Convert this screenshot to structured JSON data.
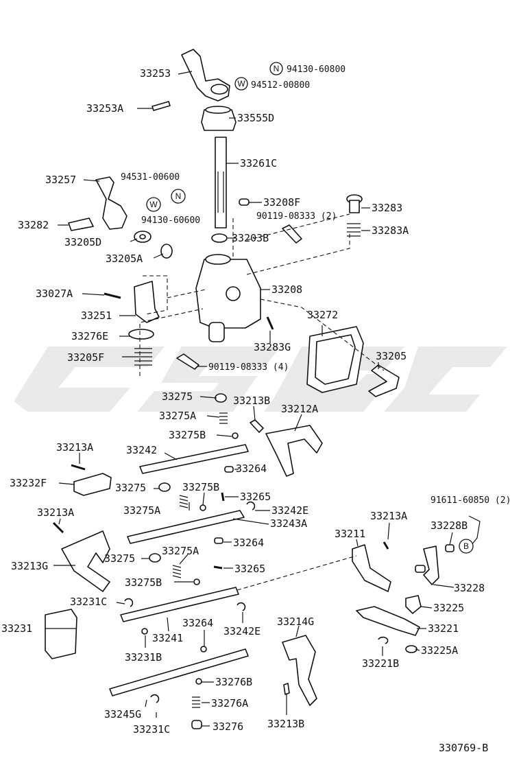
{
  "labels": {
    "l33253": "33253",
    "l33253A": "33253A",
    "l33555D": "33555D",
    "l33261C": "33261C",
    "l33257": "33257",
    "l94531": "94531-00600",
    "l94130b": "94130-60600",
    "l33282": "33282",
    "l33205D": "33205D",
    "l33205A": "33205A",
    "l33208F": "33208F",
    "l90119a": "90119-08333 (2)",
    "l33203B": "33203B",
    "l33283": "33283",
    "l33283A": "33283A",
    "l33027A": "33027A",
    "l33208": "33208",
    "l33251": "33251",
    "l33272": "33272",
    "l33276E": "33276E",
    "l33283G": "33283G",
    "l33205F": "33205F",
    "l90119b": "90119-08333 (4)",
    "l33205": "33205",
    "l33275a": "33275",
    "l33213B_a": "33213B",
    "l33275A_a": "33275A",
    "l33212A": "33212A",
    "l33275B_a": "33275B",
    "l33213A_a": "33213A",
    "l33242": "33242",
    "l33264_a": "33264",
    "l33232F": "33232F",
    "l33275b": "33275",
    "l33275B_b": "33275B",
    "l33265_a": "33265",
    "l33275A_b": "33275A",
    "l33242E_a": "33242E",
    "l91611": "91611-60850 (2)",
    "l33213A_b": "33213A",
    "l33243A": "33243A",
    "l33213A_c": "33213A",
    "l33228B": "33228B",
    "l33211": "33211",
    "l33264_b": "33264",
    "l33213G": "33213G",
    "l33275c": "33275",
    "l33275A_c": "33275A",
    "l33265_b": "33265",
    "l33228": "33228",
    "l33275B_c": "33275B",
    "l33225": "33225",
    "l33231C_a": "33231C",
    "l33231": "33231",
    "l33264_c": "33264",
    "l33214G": "33214G",
    "l33241": "33241",
    "l33242E_b": "33242E",
    "l33221": "33221",
    "l33231B": "33231B",
    "l33225A": "33225A",
    "l33221B": "33221B",
    "l33276B": "33276B",
    "l33276A": "33276A",
    "l33245G": "33245G",
    "l33231C_b": "33231C",
    "l33276": "33276",
    "l33213B_b": "33213B",
    "ref": "330769-B"
  },
  "codes": {
    "n_a": "94130-60800",
    "w_a": "94512-00800"
  },
  "markers": {
    "N": "N",
    "W": "W",
    "B": "B"
  }
}
